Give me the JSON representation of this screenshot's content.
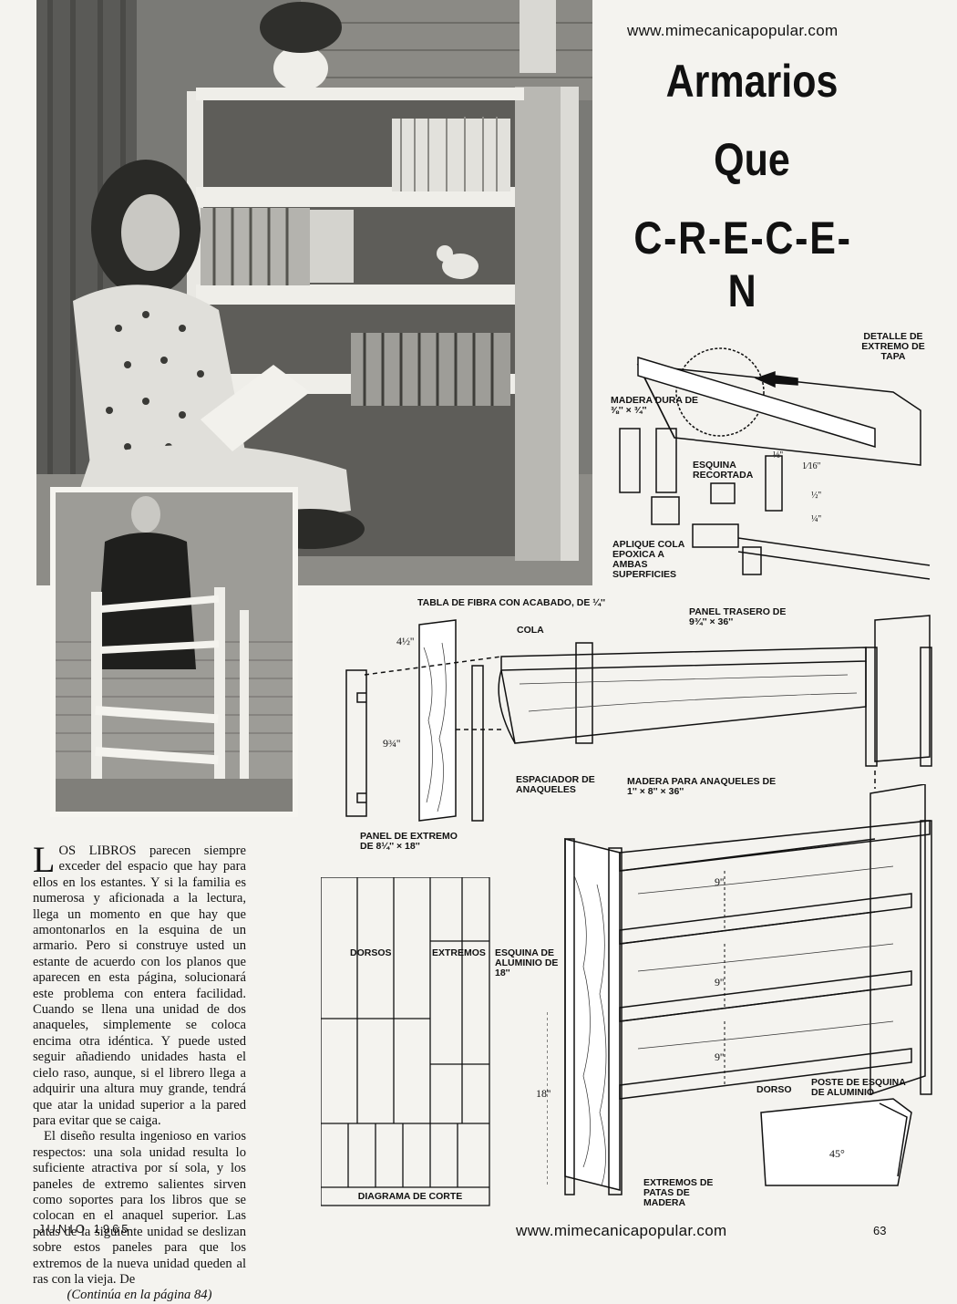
{
  "header": {
    "url_top": "www.mimecanicapopular.com",
    "title_lines": [
      "Armarios",
      "Que",
      "C-R-E-C-E-N"
    ]
  },
  "detail_drawing": {
    "label_detalle": "DETALLE DE EXTREMO DE TAPA",
    "label_madera": "MADERA DURA DE ⅜'' × ¾''",
    "label_esquina": "ESQUINA RECORTADA",
    "label_aplique": "APLIQUE COLA EPOXICA A AMBAS SUPERFICIES",
    "dim_1": "⅛''",
    "dim_2": "1⁄16''",
    "dim_3": "½''",
    "dim_4": "¼''"
  },
  "main_drawing": {
    "label_tabla": "TABLA DE FIBRA CON ACABADO, DE ¼''",
    "label_cola": "COLA",
    "label_panel_trasero": "PANEL TRASERO DE 9¾'' × 36''",
    "dim_412": "4½''",
    "dim_934": "9¾''",
    "label_espaciador": "ESPACIADOR DE ANAQUELES",
    "label_madera_anaqueles": "MADERA PARA ANAQUELES DE 1'' × 8'' × 36''",
    "label_panel_extremo": "PANEL DE EXTREMO DE 8¼'' × 18''",
    "label_esquina_al": "ESQUINA DE ALUMINIO DE 18''",
    "dim_9a": "9''",
    "dim_9b": "9''",
    "dim_9c": "9''",
    "dim_18": "18''",
    "label_dorso": "DORSO",
    "label_poste": "POSTE DE ESQUINA DE ALUMINIO",
    "dim_45": "45°",
    "label_extremos_patas": "EXTREMOS DE PATAS DE MADERA"
  },
  "cutting_diagram": {
    "label_dorsos": "DORSOS",
    "label_extremos": "EXTREMOS",
    "caption": "DIAGRAMA DE CORTE"
  },
  "article": {
    "dropcap": "L",
    "p1": "OS LIBROS parecen siempre exceder del espacio que hay para ellos en los estantes. Y si la familia es numerosa y aficionada a la lectura, llega un momento en que hay que amontonarlos en la esquina de un armario. Pero si construye usted un estante de acuerdo con los planos que aparecen en esta página, solucionará este problema con entera facilidad. Cuando se llena una unidad de dos anaqueles, simplemente se coloca encima otra idéntica. Y puede usted seguir añadiendo unidades hasta el cielo raso, aunque, si el librero llega a adquirir una altura muy grande, tendrá que atar la unidad superior a la pared para evitar que se caiga.",
    "p2": "El diseño resulta ingenioso en varios respectos: una sola unidad resulta lo suficiente atractiva por sí sola, y los paneles de extremo salientes sirven como soportes para los libros que se colocan en el anaquel superior. Las patas de la siguiente unidad se deslizan sobre estos paneles para que los extremos de la nueva unidad queden al ras con la vieja. De",
    "continued": "(Continúa en la página 84)"
  },
  "footer": {
    "issue": "JUNIO 1965",
    "url_bottom": "www.mimecanicapopular.com",
    "page_number": "63"
  }
}
